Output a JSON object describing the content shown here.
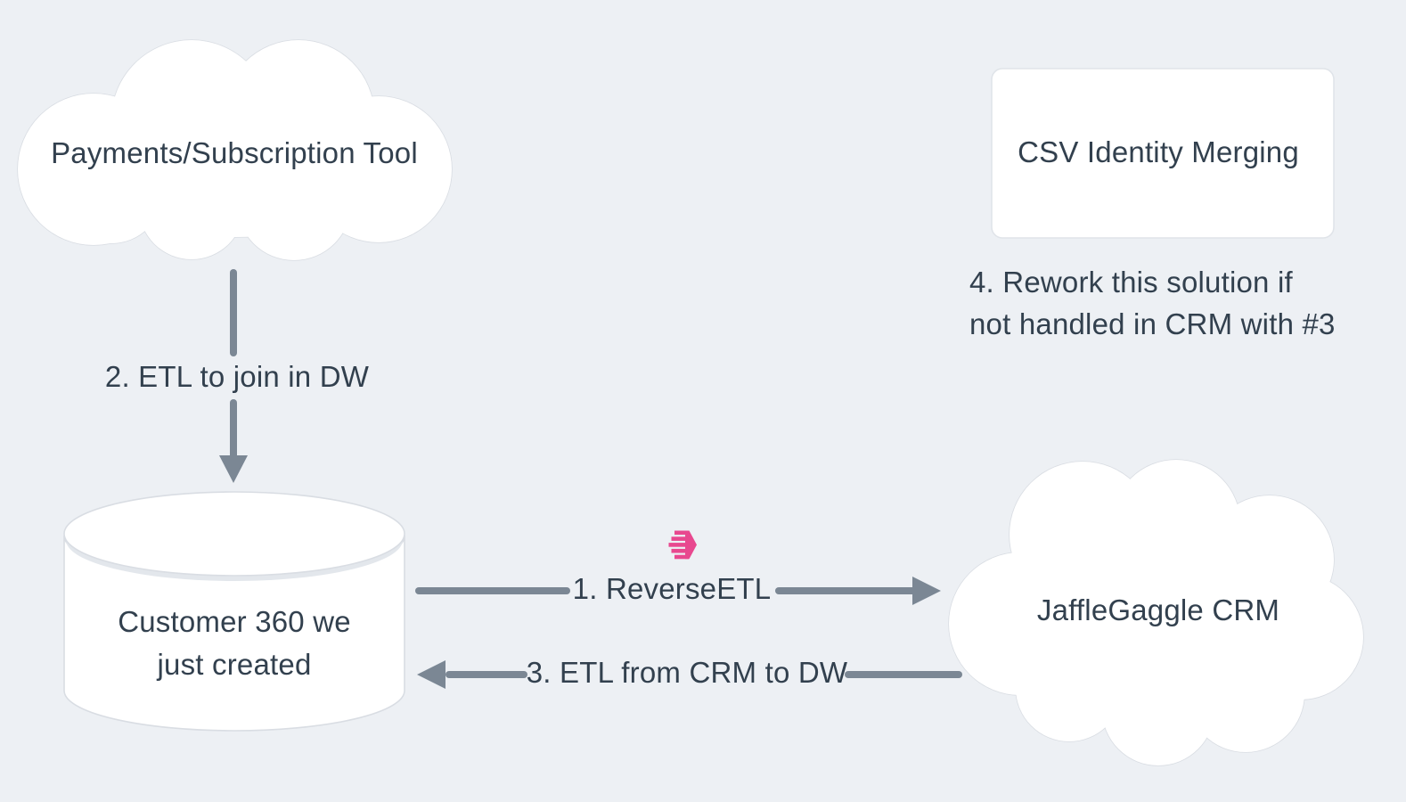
{
  "diagram": {
    "nodes": {
      "payments": {
        "shape": "cloud",
        "label": "Payments/Subscription Tool"
      },
      "csv_merge": {
        "shape": "rounded-card",
        "label": "CSV Identity Merging"
      },
      "customer360": {
        "shape": "database-cylinder",
        "label_line1": "Customer 360 we",
        "label_line2": "just created"
      },
      "crm": {
        "shape": "cloud",
        "label": "JaffleGaggle CRM"
      }
    },
    "edges": {
      "etl_to_dw": {
        "label": "2. ETL to join in DW"
      },
      "reverse_etl": {
        "label": "1. ReverseETL",
        "icon": "reverse-etl-logo-icon"
      },
      "etl_from_crm": {
        "label": "3. ETL from CRM to DW"
      }
    },
    "notes": {
      "rework_line1": "4. Rework this solution if",
      "rework_line2": "not handled in CRM with #3"
    },
    "colors": {
      "background": "#edf0f4",
      "node_fill": "#ffffff",
      "node_stroke": "#d9dde3",
      "arrow": "#7b8794",
      "text": "#32404e",
      "logo_pink": "#e8488f"
    }
  }
}
